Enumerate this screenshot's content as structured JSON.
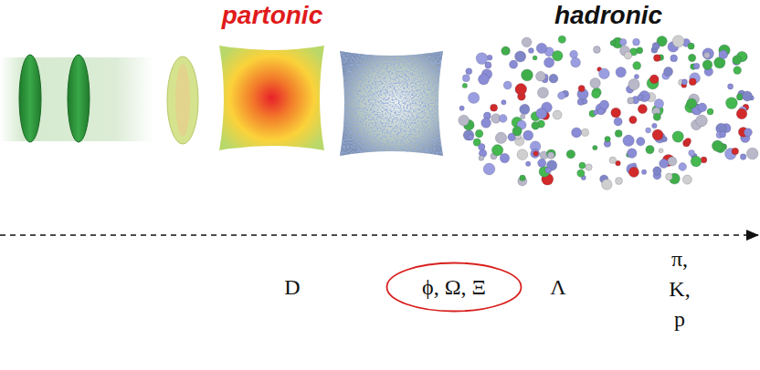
{
  "diagram": {
    "nodes": [
      {
        "text": [
          "ϕ, Ω, Ξ"
        ]
      }
    ],
    "labels": [
      "partonic",
      "hadronic",
      "D",
      "Λ",
      "π, K, p"
    ]
  }
}
